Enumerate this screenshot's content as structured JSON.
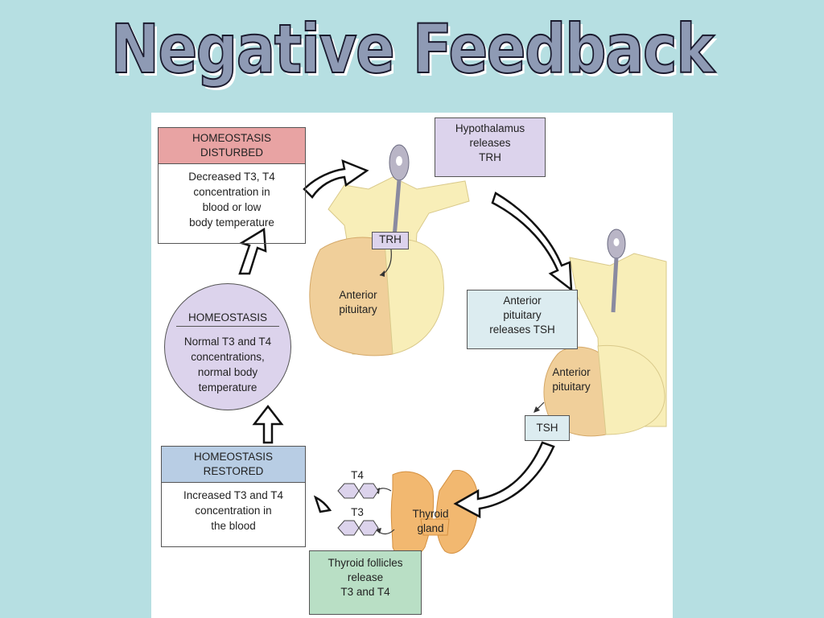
{
  "title": "Negative Feedback",
  "boxes": {
    "disturbed_header": "HOMEOSTASIS\nDISTURBED",
    "disturbed_body": "Decreased T3, T4\nconcentration in\nblood or low\nbody temperature",
    "hypothalamus": "Hypothalamus\nreleases\nTRH",
    "trh": "TRH",
    "anterior_pituitary_1": "Anterior\npituitary",
    "ap_releases": "Anterior\npituitary\nreleases TSH",
    "anterior_pituitary_2": "Anterior\npituitary",
    "tsh": "TSH",
    "homeostasis_header": "HOMEOSTASIS",
    "homeostasis_body": "Normal T3 and T4\nconcentrations,\nnormal body\ntemperature",
    "restored_header": "HOMEOSTASIS\nRESTORED",
    "restored_body": "Increased T3 and T4\nconcentration in\nthe blood",
    "t4": "T4",
    "t3": "T3",
    "thyroid_gland": "Thyroid\ngland",
    "follicles": "Thyroid follicles\nrelease\nT3 and T4"
  },
  "colors": {
    "disturbed": "#e8a3a3",
    "hypothalamus": "#dcd3ec",
    "ap_releases": "#dcecf0",
    "tsh_box": "#dcecf0",
    "trh_box": "#dcd3ec",
    "homeostasis_circle": "#dcd3ec",
    "restored": "#b8cde4",
    "follicles": "#b9dfc5",
    "pituitary_tan": "#f0cf9a",
    "hypothalamus_yellow": "#f8eeb8",
    "thyroid_orange": "#f2b870"
  }
}
